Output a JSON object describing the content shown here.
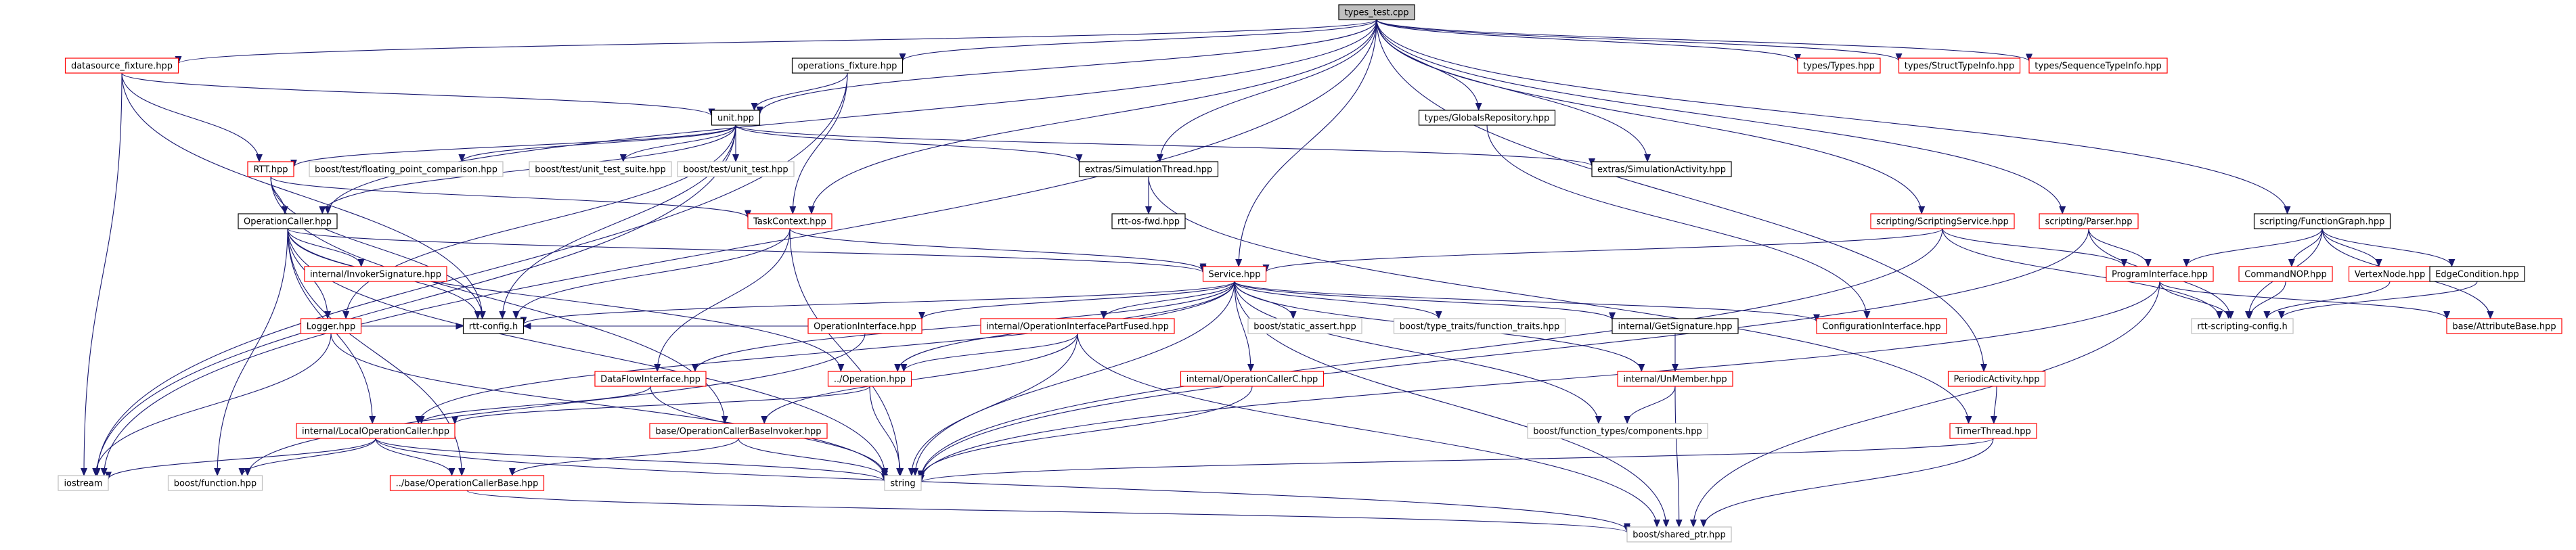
{
  "nodes": {
    "types_test": {
      "label": "types_test.cpp",
      "style": "root"
    },
    "datasource_fixture": {
      "label": "datasource_fixture.hpp",
      "style": "red"
    },
    "operations_fixture": {
      "label": "operations_fixture.hpp",
      "style": "black"
    },
    "unit": {
      "label": "unit.hpp",
      "style": "black"
    },
    "types_globals": {
      "label": "types/GlobalsRepository.hpp",
      "style": "black"
    },
    "types_types": {
      "label": "types/Types.hpp",
      "style": "red"
    },
    "types_struct": {
      "label": "types/StructTypeInfo.hpp",
      "style": "red"
    },
    "types_sequence": {
      "label": "types/SequenceTypeInfo.hpp",
      "style": "red"
    },
    "rtt": {
      "label": "RTT.hpp",
      "style": "red"
    },
    "fp_comparison": {
      "label": "boost/test/floating_point_comparison.hpp",
      "style": "gray"
    },
    "unit_test_suite": {
      "label": "boost/test/unit_test_suite.hpp",
      "style": "gray"
    },
    "unit_test": {
      "label": "boost/test/unit_test.hpp",
      "style": "gray"
    },
    "extras_simthread": {
      "label": "extras/SimulationThread.hpp",
      "style": "black"
    },
    "extras_simactivity": {
      "label": "extras/SimulationActivity.hpp",
      "style": "black"
    },
    "rtt_os_fwd": {
      "label": "rtt-os-fwd.hpp",
      "style": "black"
    },
    "operation_caller": {
      "label": "OperationCaller.hpp",
      "style": "black"
    },
    "task_context": {
      "label": "TaskContext.hpp",
      "style": "red"
    },
    "scripting_service": {
      "label": "scripting/ScriptingService.hpp",
      "style": "red"
    },
    "scripting_parser": {
      "label": "scripting/Parser.hpp",
      "style": "red"
    },
    "scripting_fg": {
      "label": "scripting/FunctionGraph.hpp",
      "style": "black"
    },
    "invoker_sig": {
      "label": "internal/InvokerSignature.hpp",
      "style": "red"
    },
    "service": {
      "label": "Service.hpp",
      "style": "red"
    },
    "program_iface": {
      "label": "ProgramInterface.hpp",
      "style": "red"
    },
    "command_nop": {
      "label": "CommandNOP.hpp",
      "style": "red"
    },
    "vertex_node": {
      "label": "VertexNode.hpp",
      "style": "red"
    },
    "edge_condition": {
      "label": "EdgeCondition.hpp",
      "style": "black"
    },
    "logger": {
      "label": "Logger.hpp",
      "style": "red"
    },
    "rtt_config": {
      "label": "rtt-config.h",
      "style": "black"
    },
    "operation_iface": {
      "label": "OperationInterface.hpp",
      "style": "red"
    },
    "op_iface_part_fused": {
      "label": "internal/OperationInterfacePartFused.hpp",
      "style": "red"
    },
    "static_assert": {
      "label": "boost/static_assert.hpp",
      "style": "gray"
    },
    "function_traits": {
      "label": "boost/type_traits/function_traits.hpp",
      "style": "gray"
    },
    "get_signature": {
      "label": "internal/GetSignature.hpp",
      "style": "black"
    },
    "config_iface": {
      "label": "ConfigurationInterface.hpp",
      "style": "red"
    },
    "rtt_scripting_config": {
      "label": "rtt-scripting-config.h",
      "style": "gray"
    },
    "attribute_base": {
      "label": "base/AttributeBase.hpp",
      "style": "red"
    },
    "dataflow_iface": {
      "label": "DataFlowInterface.hpp",
      "style": "red"
    },
    "operation": {
      "label": "../Operation.hpp",
      "style": "red"
    },
    "op_caller_c": {
      "label": "internal/OperationCallerC.hpp",
      "style": "red"
    },
    "unmember": {
      "label": "internal/UnMember.hpp",
      "style": "red"
    },
    "periodic_activity": {
      "label": "PeriodicActivity.hpp",
      "style": "red"
    },
    "local_op_caller": {
      "label": "internal/LocalOperationCaller.hpp",
      "style": "red"
    },
    "op_caller_base_invoker": {
      "label": "base/OperationCallerBaseInvoker.hpp",
      "style": "red"
    },
    "function_types_components": {
      "label": "boost/function_types/components.hpp",
      "style": "gray"
    },
    "timer_thread": {
      "label": "TimerThread.hpp",
      "style": "red"
    },
    "iostream": {
      "label": "iostream",
      "style": "gray"
    },
    "boost_function": {
      "label": "boost/function.hpp",
      "style": "gray"
    },
    "op_caller_base": {
      "label": "../base/OperationCallerBase.hpp",
      "style": "red"
    },
    "string": {
      "label": "string",
      "style": "gray"
    },
    "shared_ptr": {
      "label": "boost/shared_ptr.hpp",
      "style": "gray"
    }
  },
  "edges": [
    [
      "types_test",
      "datasource_fixture"
    ],
    [
      "types_test",
      "operations_fixture"
    ],
    [
      "types_test",
      "unit"
    ],
    [
      "types_test",
      "iostream"
    ],
    [
      "types_test",
      "types_globals"
    ],
    [
      "types_test",
      "types_types"
    ],
    [
      "types_test",
      "types_struct"
    ],
    [
      "types_test",
      "types_sequence"
    ],
    [
      "types_test",
      "extras_simthread"
    ],
    [
      "types_test",
      "extras_simactivity"
    ],
    [
      "types_test",
      "task_context"
    ],
    [
      "types_test",
      "service"
    ],
    [
      "types_test",
      "scripting_service"
    ],
    [
      "types_test",
      "scripting_parser"
    ],
    [
      "types_test",
      "scripting_fg"
    ],
    [
      "types_test",
      "operation_caller"
    ],
    [
      "types_test",
      "periodic_activity"
    ],
    [
      "datasource_fixture",
      "unit"
    ],
    [
      "datasource_fixture",
      "rtt"
    ],
    [
      "datasource_fixture",
      "iostream"
    ],
    [
      "datasource_fixture",
      "rtt_config"
    ],
    [
      "operations_fixture",
      "unit"
    ],
    [
      "operations_fixture",
      "task_context"
    ],
    [
      "operations_fixture",
      "iostream"
    ],
    [
      "unit",
      "fp_comparison"
    ],
    [
      "unit",
      "unit_test_suite"
    ],
    [
      "unit",
      "unit_test"
    ],
    [
      "unit",
      "rtt_config"
    ],
    [
      "unit",
      "logger"
    ],
    [
      "unit",
      "iostream"
    ],
    [
      "unit",
      "extras_simthread"
    ],
    [
      "unit",
      "extras_simactivity"
    ],
    [
      "unit",
      "operation_caller"
    ],
    [
      "unit",
      "rtt"
    ],
    [
      "rtt",
      "task_context"
    ],
    [
      "rtt",
      "operation_caller"
    ],
    [
      "rtt",
      "rtt_config"
    ],
    [
      "rtt",
      "op_caller_base_invoker"
    ],
    [
      "extras_simthread",
      "rtt_os_fwd"
    ],
    [
      "extras_simthread",
      "timer_thread"
    ],
    [
      "types_globals",
      "config_iface"
    ],
    [
      "operation_caller",
      "invoker_sig"
    ],
    [
      "operation_caller",
      "service"
    ],
    [
      "operation_caller",
      "logger"
    ],
    [
      "operation_caller",
      "rtt_config"
    ],
    [
      "operation_caller",
      "local_op_caller"
    ],
    [
      "operation_caller",
      "op_caller_base"
    ],
    [
      "operation_caller",
      "boost_function"
    ],
    [
      "operation_caller",
      "string"
    ],
    [
      "operation_caller",
      "operation"
    ],
    [
      "task_context",
      "service"
    ],
    [
      "task_context",
      "rtt_config"
    ],
    [
      "task_context",
      "dataflow_iface"
    ],
    [
      "task_context",
      "string"
    ],
    [
      "scripting_service",
      "service"
    ],
    [
      "scripting_service",
      "program_iface"
    ],
    [
      "scripting_service",
      "rtt_scripting_config"
    ],
    [
      "scripting_service",
      "string"
    ],
    [
      "scripting_parser",
      "program_iface"
    ],
    [
      "scripting_parser",
      "rtt_scripting_config"
    ],
    [
      "scripting_parser",
      "string"
    ],
    [
      "scripting_fg",
      "program_iface"
    ],
    [
      "scripting_fg",
      "command_nop"
    ],
    [
      "scripting_fg",
      "vertex_node"
    ],
    [
      "scripting_fg",
      "edge_condition"
    ],
    [
      "scripting_fg",
      "attribute_base"
    ],
    [
      "scripting_fg",
      "rtt_scripting_config"
    ],
    [
      "service",
      "operation_iface"
    ],
    [
      "service",
      "op_iface_part_fused"
    ],
    [
      "service",
      "static_assert"
    ],
    [
      "service",
      "function_traits"
    ],
    [
      "service",
      "get_signature"
    ],
    [
      "service",
      "config_iface"
    ],
    [
      "service",
      "rtt_config"
    ],
    [
      "service",
      "dataflow_iface"
    ],
    [
      "service",
      "operation"
    ],
    [
      "service",
      "op_caller_c"
    ],
    [
      "service",
      "unmember"
    ],
    [
      "service",
      "function_types_components"
    ],
    [
      "service",
      "shared_ptr"
    ],
    [
      "service",
      "local_op_caller"
    ],
    [
      "service",
      "string"
    ],
    [
      "program_iface",
      "attribute_base"
    ],
    [
      "program_iface",
      "rtt_scripting_config"
    ],
    [
      "program_iface",
      "string"
    ],
    [
      "program_iface",
      "shared_ptr"
    ],
    [
      "command_nop",
      "rtt_scripting_config"
    ],
    [
      "vertex_node",
      "rtt_scripting_config"
    ],
    [
      "edge_condition",
      "rtt_scripting_config"
    ],
    [
      "logger",
      "rtt_config"
    ],
    [
      "logger",
      "iostream"
    ],
    [
      "logger",
      "string"
    ],
    [
      "operation_iface",
      "rtt_config"
    ],
    [
      "operation_iface",
      "boost_function"
    ],
    [
      "op_iface_part_fused",
      "operation"
    ],
    [
      "op_iface_part_fused",
      "op_caller_base_invoker"
    ],
    [
      "op_iface_part_fused",
      "string"
    ],
    [
      "op_iface_part_fused",
      "shared_ptr"
    ],
    [
      "get_signature",
      "unmember"
    ],
    [
      "dataflow_iface",
      "local_op_caller"
    ],
    [
      "dataflow_iface",
      "string"
    ],
    [
      "operation",
      "local_op_caller"
    ],
    [
      "operation",
      "string"
    ],
    [
      "op_caller_c",
      "string"
    ],
    [
      "unmember",
      "function_types_components"
    ],
    [
      "unmember",
      "shared_ptr"
    ],
    [
      "periodic_activity",
      "timer_thread"
    ],
    [
      "local_op_caller",
      "op_caller_base"
    ],
    [
      "local_op_caller",
      "boost_function"
    ],
    [
      "local_op_caller",
      "iostream"
    ],
    [
      "local_op_caller",
      "string"
    ],
    [
      "local_op_caller",
      "shared_ptr"
    ],
    [
      "op_caller_base_invoker",
      "op_caller_base"
    ],
    [
      "op_caller_base_invoker",
      "string"
    ],
    [
      "timer_thread",
      "string"
    ],
    [
      "timer_thread",
      "shared_ptr"
    ],
    [
      "op_caller_base",
      "shared_ptr"
    ]
  ],
  "colors": {
    "edge": "#191970",
    "node_red": "#ff0000",
    "node_black": "#000000",
    "node_gray": "#bfbfbf",
    "root_fill": "#bfbfbf",
    "text": "#000000"
  }
}
